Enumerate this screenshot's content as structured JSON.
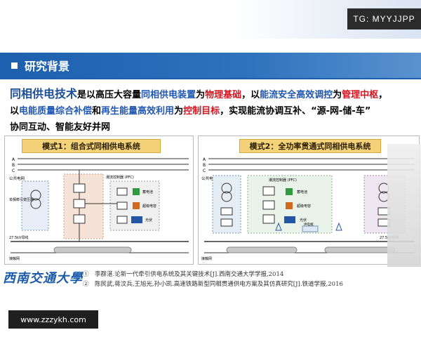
{
  "watermark_tg": "TG: MYYJJPP",
  "slide_title": "研究背景",
  "paragraph": {
    "p1": "同相供电技术",
    "p2": "是以高压大容量",
    "p3": "同相供电装置",
    "p4": "为",
    "p5": "物理基础",
    "p6": "，以",
    "p7": "能流安全高效调控",
    "p8": "为",
    "p9": "管理中枢",
    "p10": "，",
    "p11": "以",
    "p12": "电能质量综合补偿",
    "p13": "和",
    "p14": "再生能量高效利用",
    "p15": "为",
    "p16": "控制目标",
    "p17": "，实现能流协调互补、“源-网-储-车”",
    "p18": "协同互动、智能友好并网"
  },
  "diagram_left": {
    "mode_title": "模式1：组合式同相供电系统",
    "phase_labels": [
      "A",
      "B",
      "C"
    ],
    "grid_label": "公共电网",
    "transformer_label": "单相牵引变压器",
    "controller_label": "潮流控制器 (PFC)",
    "battery_label": "蓄电池",
    "supercap_label": "超级电容",
    "pv_label": "光伏",
    "bus_label": "27.5kV母线",
    "rail_label": "接触网"
  },
  "diagram_right": {
    "mode_title": "模式2：全功率贯通式同相供电系统",
    "phase_labels": [
      "A",
      "B",
      "C"
    ],
    "grid_label": "公共电网",
    "controller_label": "潮流控制器 (PFC)",
    "battery_label": "蓄电池",
    "supercap_label": "超级电容",
    "pv_label": "光伏",
    "center_label": "供电端",
    "bus_label": "27.5kV母线",
    "rail_label": "接触网"
  },
  "footer": {
    "logo": "西南交通大學",
    "ref1": "①　李群湛.论新一代牵引供电系统及其关键技术[J].西南交通大学学报,2014",
    "ref2": "②　陈民武,蒋汶兵,王旭光,孙小凯.高速铁路新型同相贯通供电方案及其仿真研究[J].铁道学报,2016"
  },
  "watermark_site": "www.zzzykh.com",
  "colors": {
    "title_bar": "#1c5fae",
    "keyword_blue": "#1f58b4",
    "keyword_red": "#d8121d",
    "mode_label_bg": "#f3d27a"
  }
}
